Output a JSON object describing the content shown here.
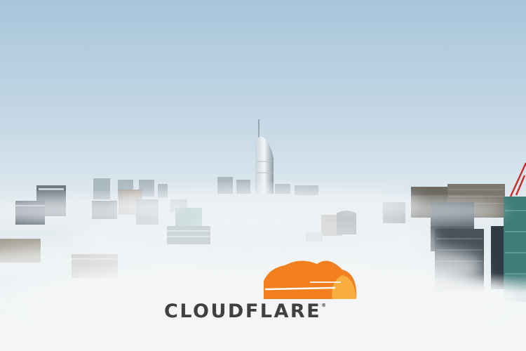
{
  "scene": {
    "description_tags": [
      "sky",
      "fog",
      "skyscrapers"
    ],
    "colors": {
      "sky_top": "#a9c6dc",
      "sky_bottom": "#e6edf1",
      "fog": "#f4f6f7",
      "building_dark": "#3c4650",
      "building_mid": "#7d8891",
      "glass_teal": "#4f8a86",
      "crane_red": "#c8302c"
    }
  },
  "logo": {
    "wordmark": "CLOUDFLARE",
    "registered_mark": "®",
    "colors": {
      "cloud_orange": "#f38020",
      "cloud_light": "#faae40",
      "text": "#404041"
    },
    "icon": "cloudflare-cloud-icon"
  }
}
